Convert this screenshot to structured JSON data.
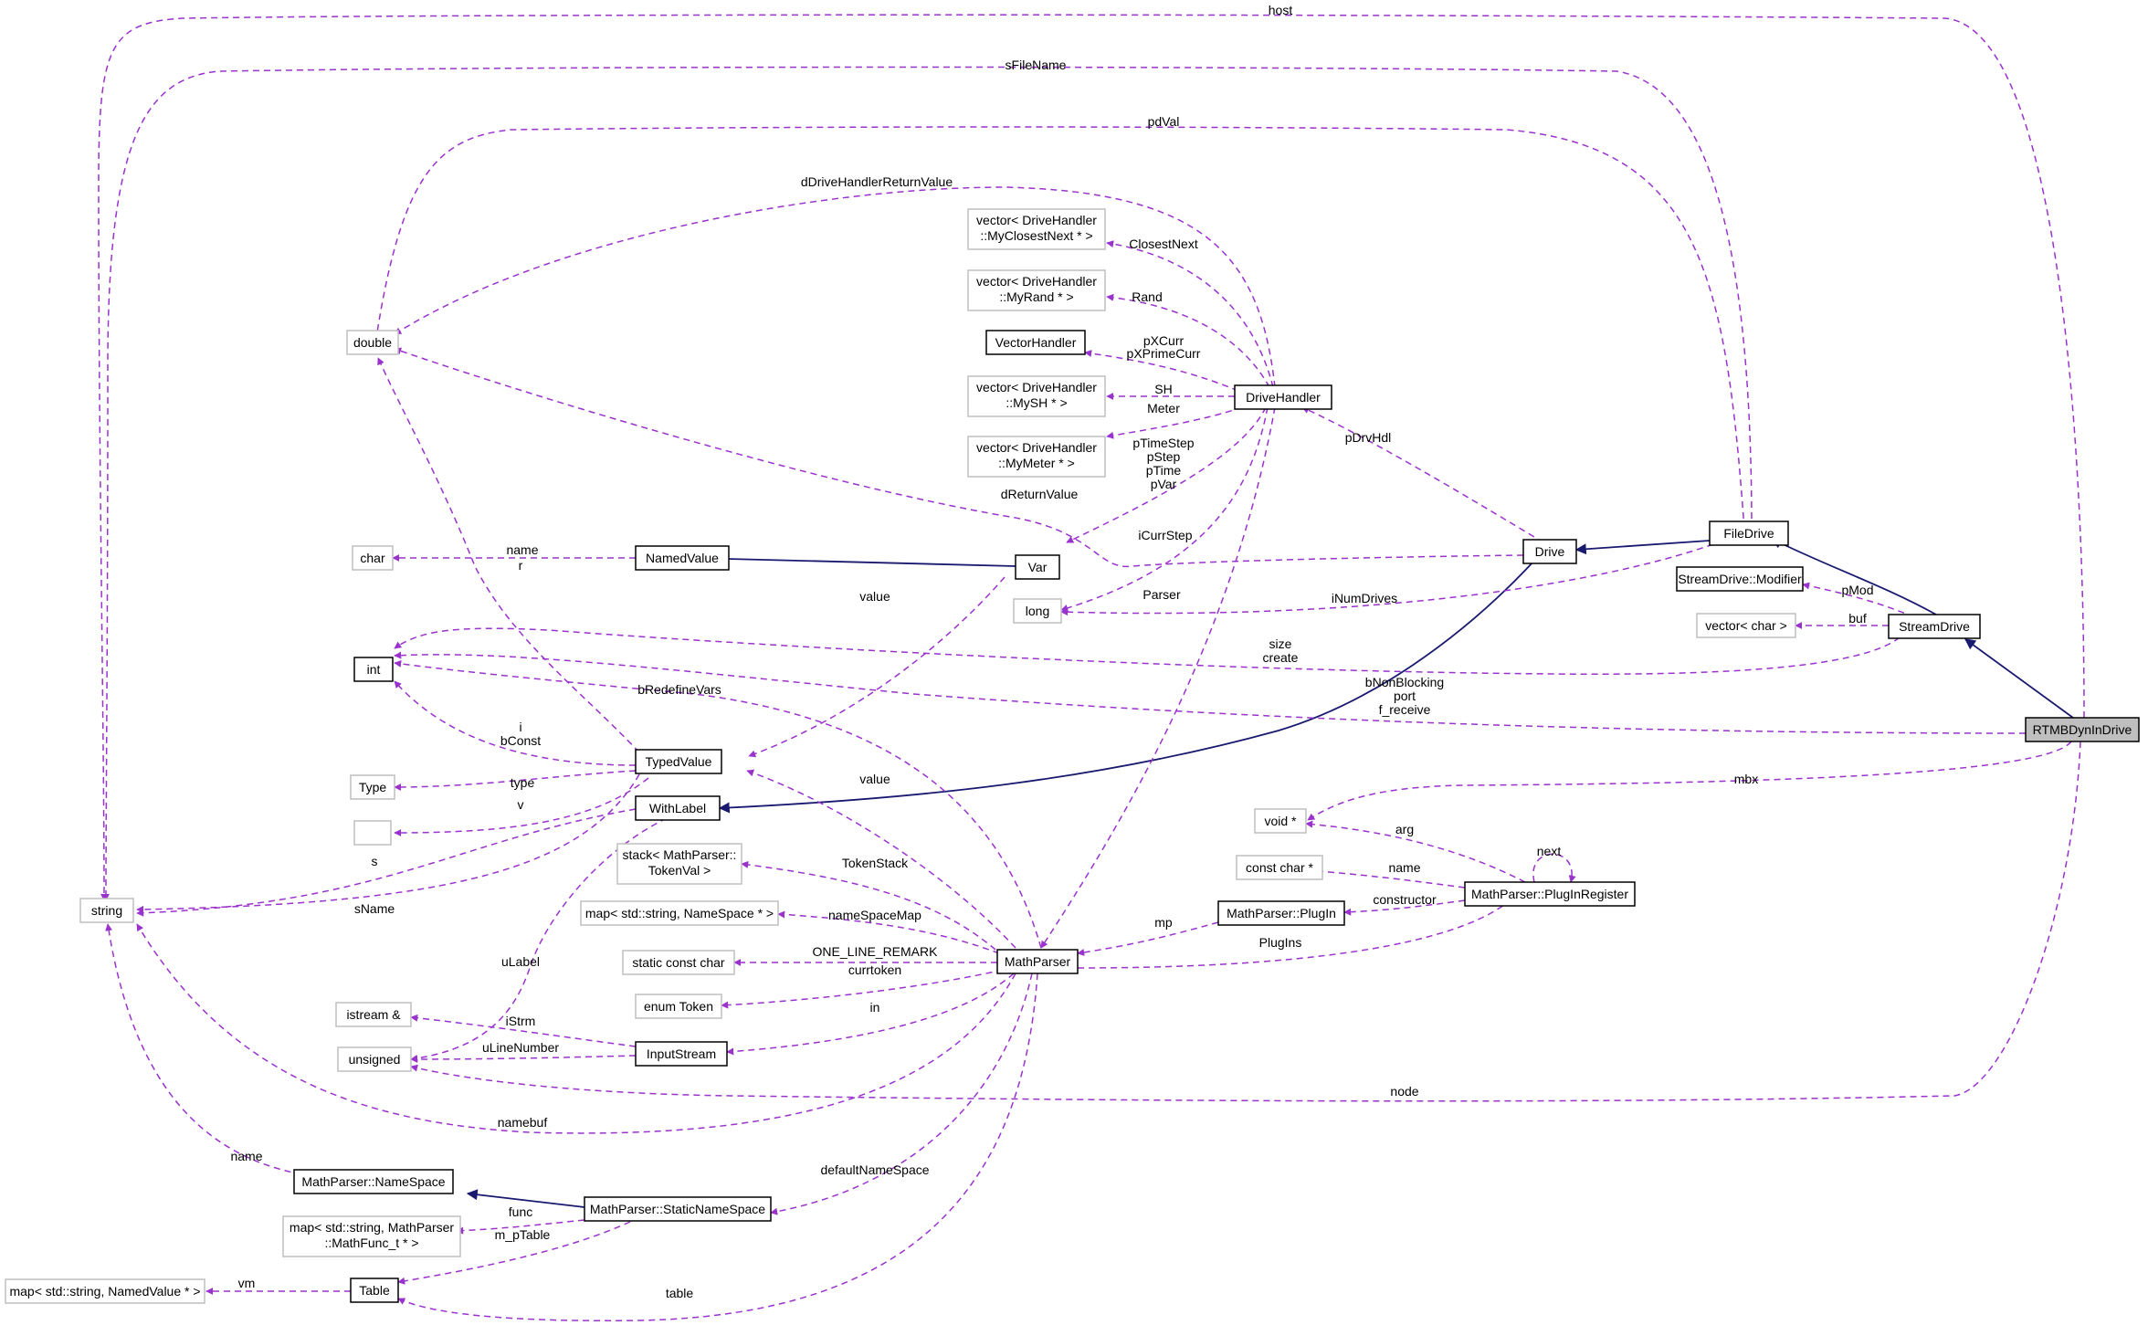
{
  "colors": {
    "usage_edge": "#9a32cd",
    "inherit_edge": "#191970",
    "focus_fill": "#bfbfbf",
    "light_border": "#bfbfbf",
    "dark_border": "#000000"
  },
  "nodes": {
    "RTMBDynInDrive": "RTMBDynInDrive",
    "StreamDrive": "StreamDrive",
    "FileDrive": "FileDrive",
    "Drive": "Drive",
    "DriveHandler": "DriveHandler",
    "MathParser": "MathParser",
    "TypedValue": "TypedValue",
    "WithLabel": "WithLabel",
    "NamedValue": "NamedValue",
    "Var": "Var",
    "int": "int",
    "double": "double",
    "string": "string",
    "char": "char",
    "long": "long",
    "Type": "Type",
    "empty": "",
    "VectorHandler": "VectorHandler",
    "vecClosest": [
      "vector< DriveHandler",
      "::MyClosestNext * >"
    ],
    "vecRand": [
      "vector< DriveHandler",
      "::MyRand * >"
    ],
    "vecSH": [
      "vector< DriveHandler",
      "::MySH * >"
    ],
    "vecMeter": [
      "vector< DriveHandler",
      "::MyMeter * >"
    ],
    "Modifier": "StreamDrive::Modifier",
    "vecChar": "vector< char >",
    "voidp": "void *",
    "constchar": "const char *",
    "PlugIn": "MathParser::PlugIn",
    "PlugInRegister": "MathParser::PlugInRegister",
    "stackToken": [
      "stack< MathParser::",
      "TokenVal >"
    ],
    "mapNS": "map< std::string, NameSpace * >",
    "staticconstchar": "static const char",
    "enumToken": "enum Token",
    "InputStream": "InputStream",
    "istream": "istream &",
    "unsigned": "unsigned",
    "NameSpace": "MathParser::NameSpace",
    "StaticNameSpace": "MathParser::StaticNameSpace",
    "mapFunc": [
      "map< std::string, MathParser",
      "::MathFunc_t * >"
    ],
    "Table": "Table",
    "mapNamed": "map< std::string, NamedValue * >"
  },
  "labels": {
    "host": "host",
    "sFileName": "sFileName",
    "pdVal": "pdVal",
    "dDriveHandlerReturnValue": "dDriveHandlerReturnValue",
    "ClosestNext": "ClosestNext",
    "Rand": "Rand",
    "pXCurr": "pXCurr",
    "pXPrimeCurr": "pXPrimeCurr",
    "SH": "SH",
    "Meter": "Meter",
    "pTimeStep": "pTimeStep",
    "pStep": "pStep",
    "pTime": "pTime",
    "pVar": "pVar",
    "dReturnValue": "dReturnValue",
    "pDrvHdl": "pDrvHdl",
    "name_char": "name",
    "r": "r",
    "iCurrStep": "iCurrStep",
    "Parser": "Parser",
    "iNumDrives": "iNumDrives",
    "value_var": "value",
    "pMod": "pMod",
    "buf": "buf",
    "size": "size",
    "create": "create",
    "bNonBlocking": "bNonBlocking",
    "port": "port",
    "f_receive": "f_receive",
    "bRedefineVars": "bRedefineVars",
    "i": "i",
    "bConst": "bConst",
    "type": "type",
    "v": "v",
    "value_mp": "value",
    "mbx": "mbx",
    "s": "s",
    "sName": "sName",
    "TokenStack": "TokenStack",
    "arg": "arg",
    "next": "next",
    "name_cc": "name",
    "nameSpaceMap": "nameSpaceMap",
    "constructor": "constructor",
    "mp": "mp",
    "PlugIns": "PlugIns",
    "uLabel": "uLabel",
    "ONE_LINE_REMARK": "ONE_LINE_REMARK",
    "currtoken": "currtoken",
    "in": "in",
    "iStrm": "iStrm",
    "uLineNumber": "uLineNumber",
    "node": "node",
    "namebuf": "namebuf",
    "name_ns": "name",
    "defaultNameSpace": "defaultNameSpace",
    "func": "func",
    "m_pTable": "m_pTable",
    "vm": "vm",
    "table": "table"
  }
}
